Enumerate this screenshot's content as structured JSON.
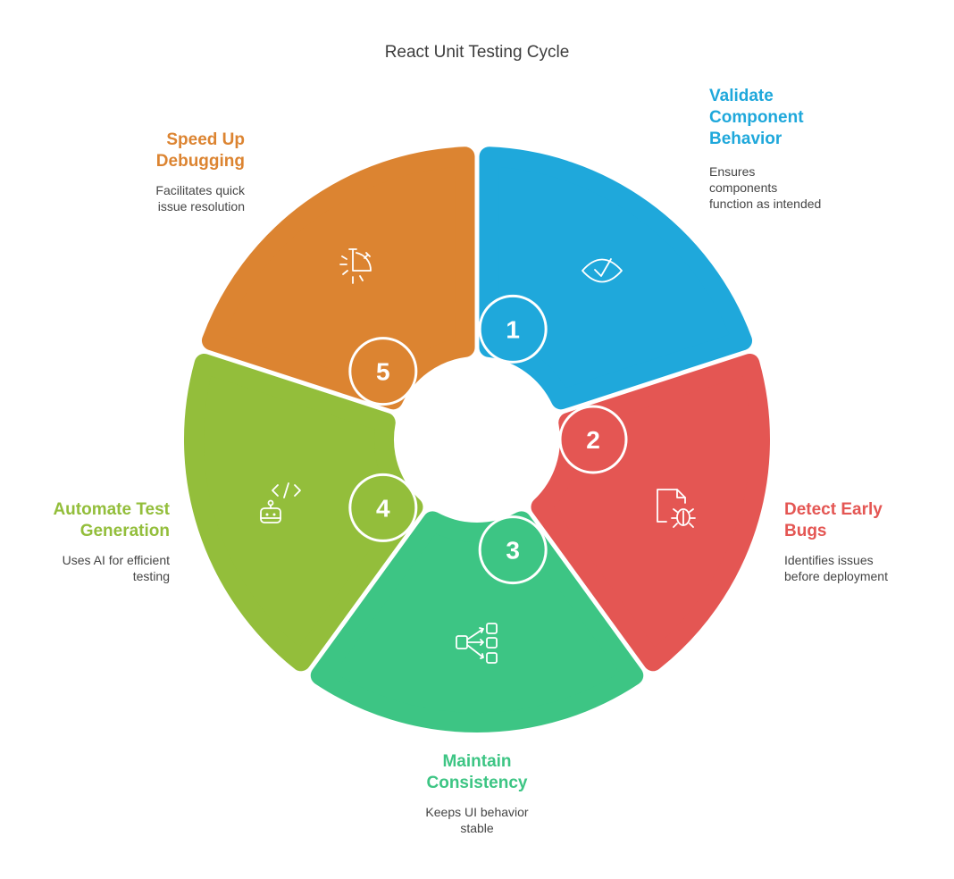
{
  "title": "React Unit Testing Cycle",
  "steps": [
    {
      "number": "1",
      "color": "#1FA8DB",
      "icon": "eye-check-icon",
      "heading": [
        "Validate",
        "Component",
        "Behavior"
      ],
      "description": [
        "Ensures",
        "components",
        "function as intended"
      ]
    },
    {
      "number": "2",
      "color": "#E45653",
      "icon": "file-bug-icon",
      "heading": [
        "Detect Early",
        "Bugs"
      ],
      "description": [
        "Identifies issues",
        "before deployment"
      ]
    },
    {
      "number": "3",
      "color": "#3DC584",
      "icon": "flow-hierarchy-icon",
      "heading": [
        "Maintain",
        "Consistency"
      ],
      "description": [
        "Keeps UI behavior",
        "stable"
      ]
    },
    {
      "number": "4",
      "color": "#93BE3B",
      "icon": "robot-code-icon",
      "heading": [
        "Automate Test",
        "Generation"
      ],
      "description": [
        "Uses AI for efficient",
        "testing"
      ]
    },
    {
      "number": "5",
      "color": "#DC8431",
      "icon": "stopwatch-speed-icon",
      "heading": [
        "Speed Up",
        "Debugging"
      ],
      "description": [
        "Facilitates quick",
        "issue resolution"
      ]
    }
  ]
}
